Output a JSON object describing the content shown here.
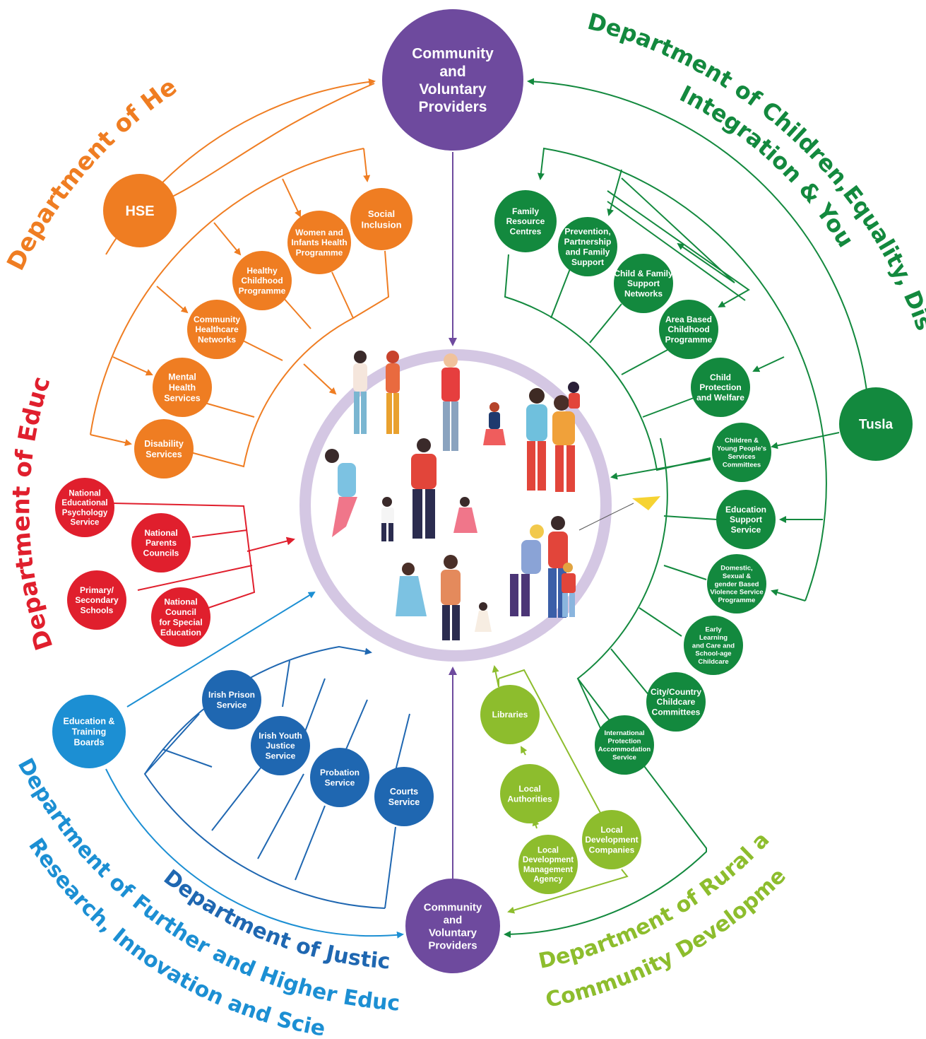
{
  "colors": {
    "health": "#ef7d22",
    "children": "#13893e",
    "education": "#e01f2d",
    "justice": "#1f67b1",
    "further_ed": "#1c8fd3",
    "rural": "#8dbd2d",
    "providers": "#6e4a9e",
    "ring": "#c9b9dc"
  },
  "departments": {
    "health": "Department of Health",
    "children": "Department of Children,Equality, Disability,",
    "children_line2": "Integration & Youth",
    "education": "Department of Education",
    "justice": "Department of Justice",
    "further_line1": "Department of Further and Higher Education,",
    "further_line2": "Research, Innovation and Science",
    "rural_line1": "Department of Rural and",
    "rural_line2": "Community Development"
  },
  "providers_top": [
    "Community",
    "and",
    "Voluntary",
    "Providers"
  ],
  "providers_bottom": [
    "Community",
    "and",
    "Voluntary",
    "Providers"
  ],
  "health_nodes": [
    {
      "lines": [
        "HSE"
      ]
    },
    {
      "lines": [
        "Social",
        "Inclusion"
      ]
    },
    {
      "lines": [
        "Women and",
        "Infants Health",
        "Programme"
      ]
    },
    {
      "lines": [
        "Healthy",
        "Childhood",
        "Programme"
      ]
    },
    {
      "lines": [
        "Community",
        "Healthcare",
        "Networks"
      ]
    },
    {
      "lines": [
        "Mental",
        "Health",
        "Services"
      ]
    },
    {
      "lines": [
        "Disability",
        "Services"
      ]
    }
  ],
  "children_nodes": [
    {
      "lines": [
        "Family",
        "Resource",
        "Centres"
      ]
    },
    {
      "lines": [
        "Prevention,",
        "Partnership",
        "and Family",
        "Support"
      ]
    },
    {
      "lines": [
        "Child & Family",
        "Support",
        "Networks"
      ]
    },
    {
      "lines": [
        "Area Based",
        "Childhood",
        "Programme"
      ]
    },
    {
      "lines": [
        "Child",
        "Protection",
        "and Welfare"
      ]
    },
    {
      "lines": [
        "Tusla"
      ]
    },
    {
      "lines": [
        "Children &",
        "Young People's",
        "Services",
        "Committees"
      ]
    },
    {
      "lines": [
        "Education",
        "Support",
        "Service"
      ]
    },
    {
      "lines": [
        "Domestic,",
        "Sexual &",
        "gender Based",
        "Violence Service",
        "Programme"
      ]
    },
    {
      "lines": [
        "Early",
        "Learning",
        "and Care and",
        "School-age",
        "Childcare"
      ]
    },
    {
      "lines": [
        "City/Country",
        "Childcare",
        "Committees"
      ]
    },
    {
      "lines": [
        "International",
        "Protection",
        "Accommodation",
        "Service"
      ]
    }
  ],
  "education_nodes": [
    {
      "lines": [
        "National",
        "Educational",
        "Psychology",
        "Service"
      ]
    },
    {
      "lines": [
        "National",
        "Parents",
        "Councils"
      ]
    },
    {
      "lines": [
        "Primary/",
        "Secondary",
        "Schools"
      ]
    },
    {
      "lines": [
        "National",
        "Council",
        "for Special",
        "Education"
      ]
    }
  ],
  "justice_nodes": [
    {
      "lines": [
        "Irish Prison",
        "Service"
      ]
    },
    {
      "lines": [
        "Irish Youth",
        "Justice",
        "Service"
      ]
    },
    {
      "lines": [
        "Probation",
        "Service"
      ]
    },
    {
      "lines": [
        "Courts",
        "Service"
      ]
    }
  ],
  "further_nodes": [
    {
      "lines": [
        "Education &",
        "Training",
        "Boards"
      ]
    }
  ],
  "rural_nodes": [
    {
      "lines": [
        "Libraries"
      ]
    },
    {
      "lines": [
        "Local",
        "Authorities"
      ]
    },
    {
      "lines": [
        "Local",
        "Development",
        "Management",
        "Agency"
      ]
    },
    {
      "lines": [
        "Local",
        "Development",
        "Companies"
      ]
    }
  ]
}
